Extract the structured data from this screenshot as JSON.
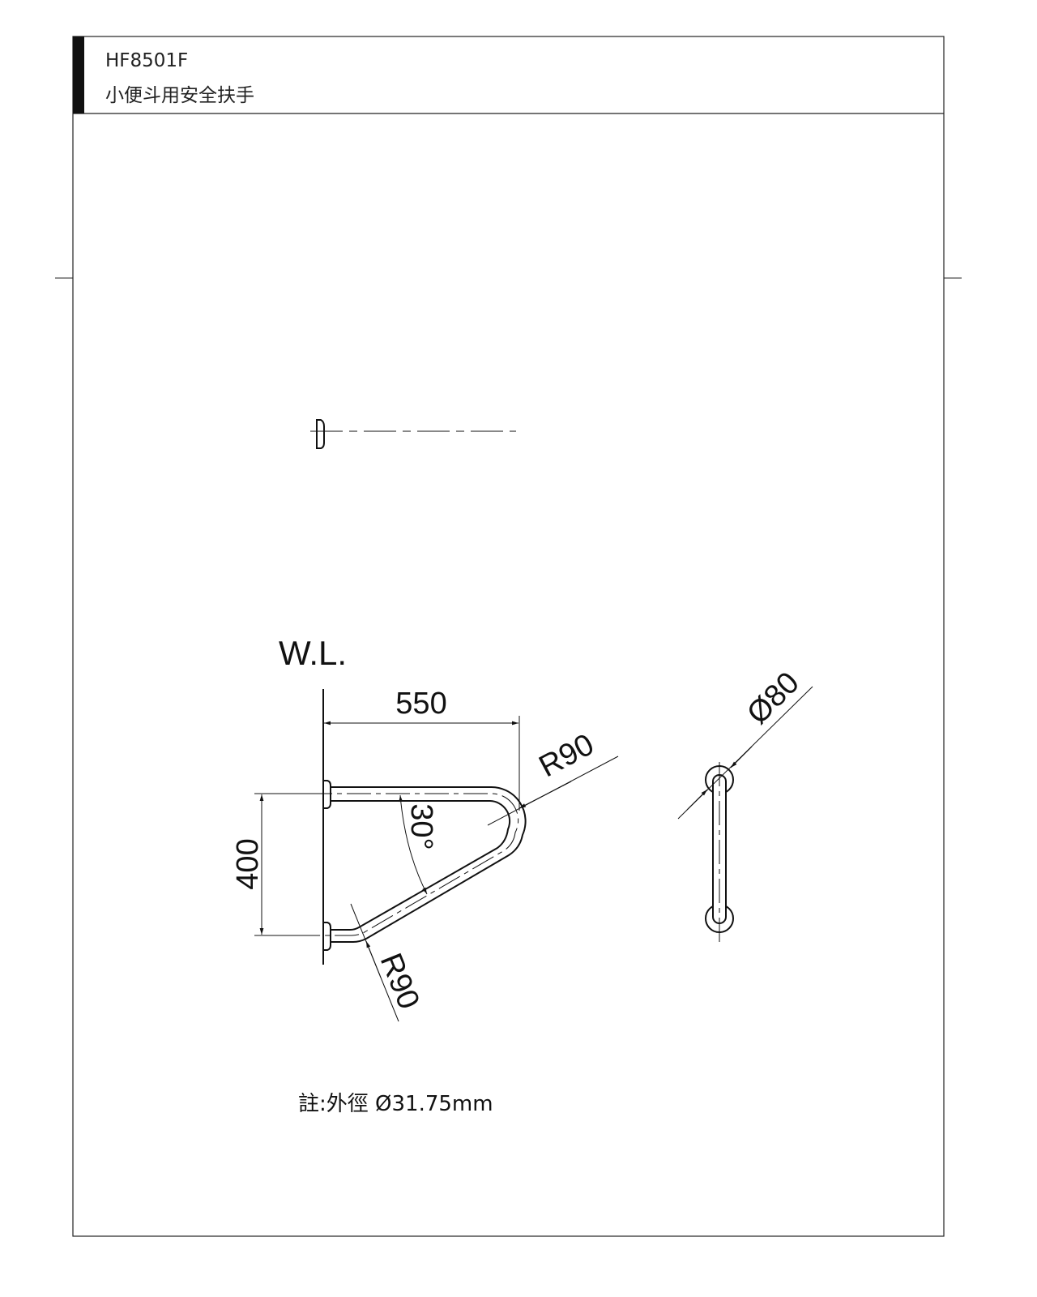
{
  "header": {
    "model": "HF8501F",
    "product_name": "小便斗用安全扶手"
  },
  "drawing": {
    "wall_label": "W.L.",
    "dim_width": "550",
    "dim_height": "400",
    "bend_radius_upper": "R90",
    "bend_radius_lower": "R90",
    "angle": "30°",
    "flange_diameter": "Ø80"
  },
  "note": "註:外徑 Ø31.75mm"
}
